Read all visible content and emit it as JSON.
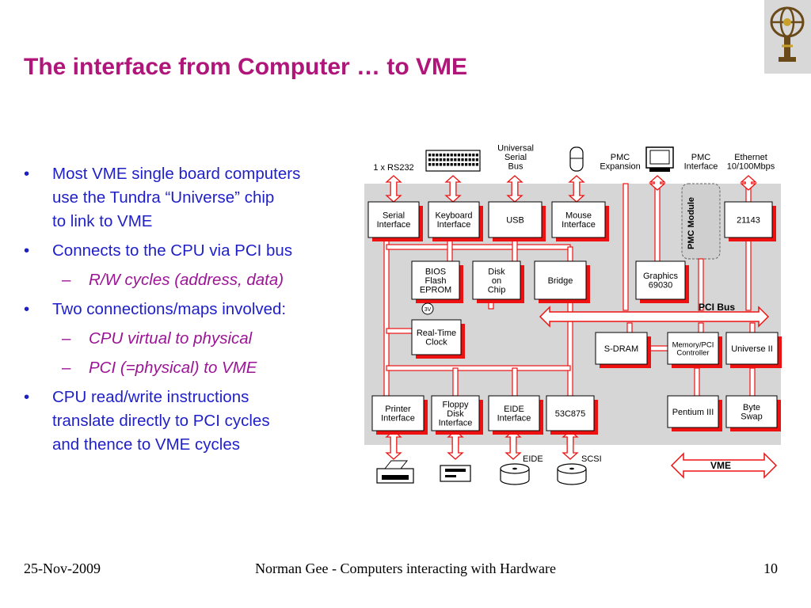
{
  "slide": {
    "title": "The interface from Computer … to VME",
    "bullets": [
      {
        "level": 1,
        "lines": [
          "Most VME single board computers",
          "use the Tundra “Universe” chip",
          "to link to VME"
        ]
      },
      {
        "level": 1,
        "lines": [
          "Connects to the CPU via PCI bus"
        ]
      },
      {
        "level": 2,
        "lines": [
          "R/W cycles (address, data)"
        ]
      },
      {
        "level": 1,
        "lines": [
          "Two connections/maps involved:"
        ]
      },
      {
        "level": 2,
        "lines": [
          "CPU virtual to physical"
        ]
      },
      {
        "level": 2,
        "lines": [
          "PCI (=physical) to VME"
        ]
      },
      {
        "level": 1,
        "lines": [
          "CPU read/write instructions",
          "translate directly to PCI cycles",
          "and thence to VME cycles"
        ]
      }
    ],
    "bullet_marker": "•",
    "sub_marker": "–"
  },
  "diagram": {
    "top_labels": {
      "rs232": "1 x RS232",
      "usb_top": [
        "Universal",
        "Serial",
        "Bus"
      ],
      "pmc_exp": [
        "PMC",
        "Expansion"
      ],
      "pmc_if": [
        "PMC",
        "Interface"
      ],
      "ethernet": [
        "Ethernet",
        "10/100Mbps"
      ]
    },
    "boxes": {
      "serial": [
        "Serial",
        "Interface"
      ],
      "keyboard": [
        "Keyboard",
        "Interface"
      ],
      "usb": [
        "USB"
      ],
      "mouse": [
        "Mouse",
        "Interface"
      ],
      "chip21143": [
        "21143"
      ],
      "bios": [
        "BIOS",
        "Flash",
        "EPROM"
      ],
      "disk": [
        "Disk",
        "on",
        "Chip"
      ],
      "bridge": [
        "Bridge"
      ],
      "graphics": [
        "Graphics",
        "69030"
      ],
      "rtc": [
        "Real-Time",
        "Clock"
      ],
      "sdram": [
        "S-DRAM"
      ],
      "memctl": [
        "Memory/PCI",
        "Controller"
      ],
      "universe": [
        "Universe II"
      ],
      "printer": [
        "Printer",
        "Interface"
      ],
      "floppy": [
        "Floppy",
        "Disk",
        "Interface"
      ],
      "eide": [
        "EIDE",
        "Interface"
      ],
      "scsi": [
        "53C875"
      ],
      "pentium": [
        "Pentium III"
      ],
      "byteswap": [
        "Byte",
        "Swap"
      ]
    },
    "pmc_module": "PMC Module",
    "pci_bus": "PCI Bus",
    "vme": "VME",
    "eide_label": "EIDE",
    "scsi_label": "SCSI",
    "battery": "3V",
    "colors": {
      "box_shadow": "#ee1111",
      "panel": "#d6d6d6",
      "pipe": "#ee1111"
    }
  },
  "footer": {
    "date": "25-Nov-2009",
    "center": "Norman Gee - Computers interacting with Hardware",
    "page": "10"
  }
}
